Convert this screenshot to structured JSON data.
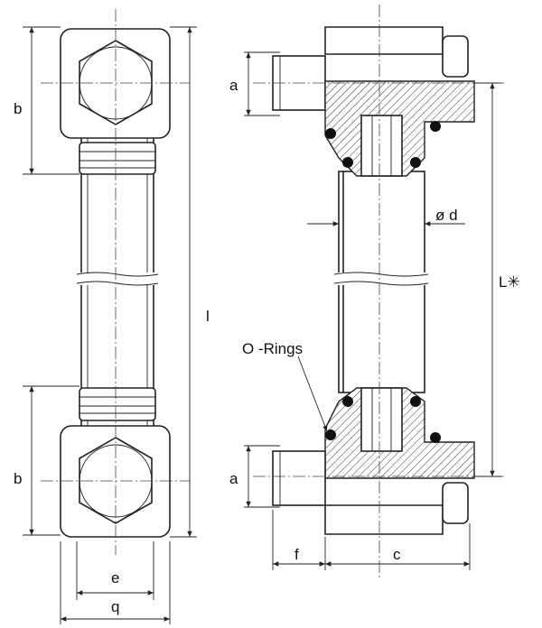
{
  "title": "Sight glass technical drawing",
  "labels": {
    "b_top": "b",
    "b_bottom": "b",
    "l": "l",
    "e": "e",
    "q": "q",
    "a_top": "a",
    "a_bottom": "a",
    "d": "ø d",
    "L": "L✳",
    "o_rings": "O -Rings",
    "f": "f",
    "c": "c"
  }
}
